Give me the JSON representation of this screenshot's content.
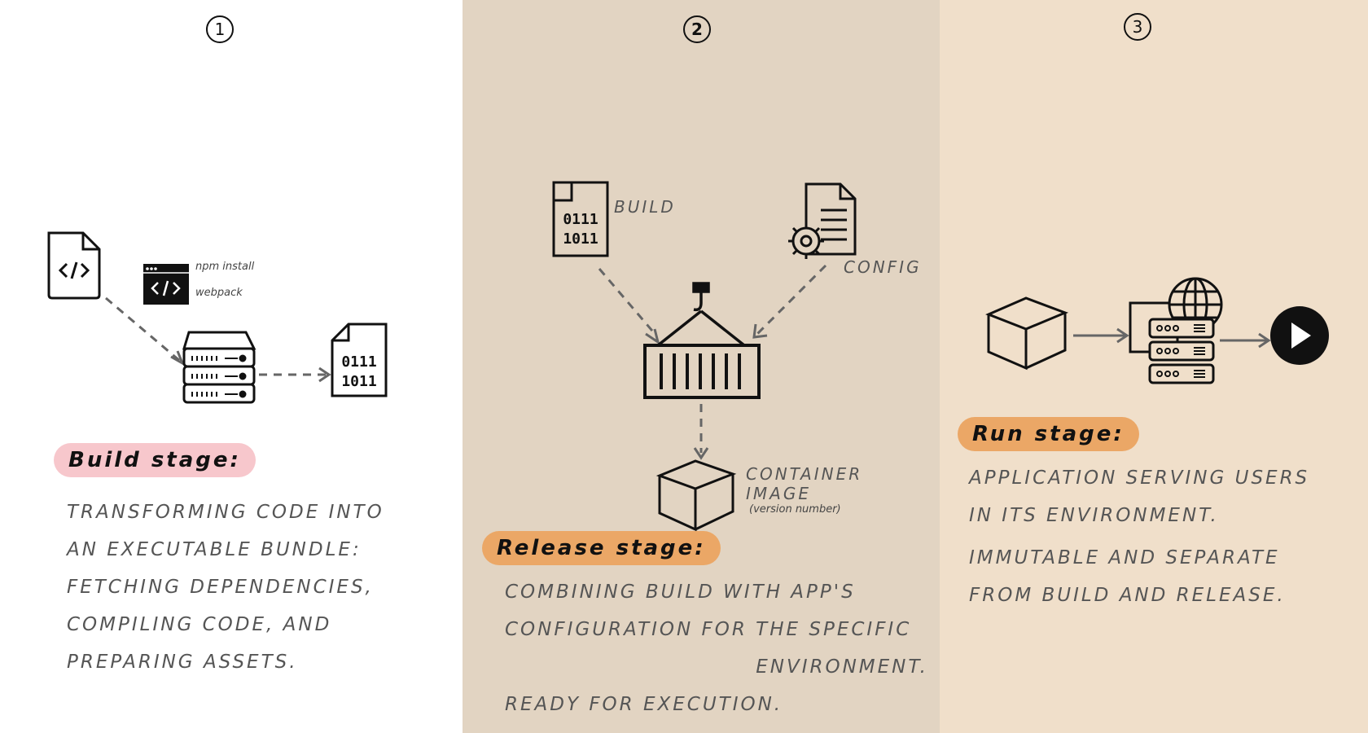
{
  "stages": [
    {
      "number": "1",
      "title": "Build stage:",
      "commands": [
        "npm install",
        "webpack"
      ],
      "description": [
        "Transforming code into",
        "an executable bundle:",
        "fetching dependencies,",
        "compiling code, and",
        "preparing assets."
      ]
    },
    {
      "number": "2",
      "title": "Release stage:",
      "labels": {
        "build": "Build",
        "config": "Config",
        "container": "Container",
        "image": "Image",
        "version": "(version number)"
      },
      "description": [
        "Combining build with app's",
        "configuration for the specific",
        "environment.",
        "Ready for execution."
      ]
    },
    {
      "number": "3",
      "title": "Run stage:",
      "description": [
        "Application serving users",
        "in its environment.",
        "Immutable and separate",
        "from build and release."
      ]
    }
  ],
  "binary": {
    "row1": "0111",
    "row2": "1011"
  },
  "colors": {
    "stage1_bg": "#ffffff",
    "stage2_bg": "#e2d4c2",
    "stage3_bg": "#f0dfca",
    "highlight_pink": "#f7c7cc",
    "highlight_orange": "#eba766"
  }
}
